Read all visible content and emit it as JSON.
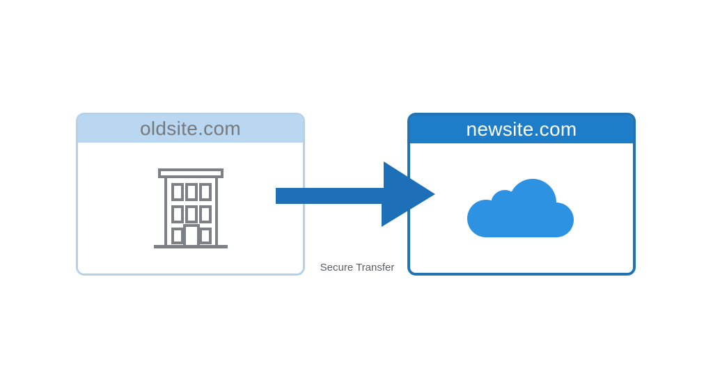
{
  "diagram": {
    "source_site": {
      "title": "oldsite.com",
      "icon": "building-icon"
    },
    "destination_site": {
      "title": "newsite.com",
      "icon": "cloud-icon"
    },
    "transfer": {
      "label": "Secure Transfer",
      "direction": "left-to-right"
    }
  },
  "colors": {
    "canvas_bg": "#ffffff",
    "old_header_bg": "#b9d7f0",
    "old_border": "#b3d2ea",
    "old_title_color": "#75797d",
    "new_header_bg": "#1e7dc8",
    "new_border": "#2173b4",
    "new_title_color": "#ffffff",
    "arrow_color": "#1d70b8",
    "label_color": "#5a5d61",
    "building_stroke": "#7d8084",
    "cloud_fill": "#2d92e2"
  }
}
